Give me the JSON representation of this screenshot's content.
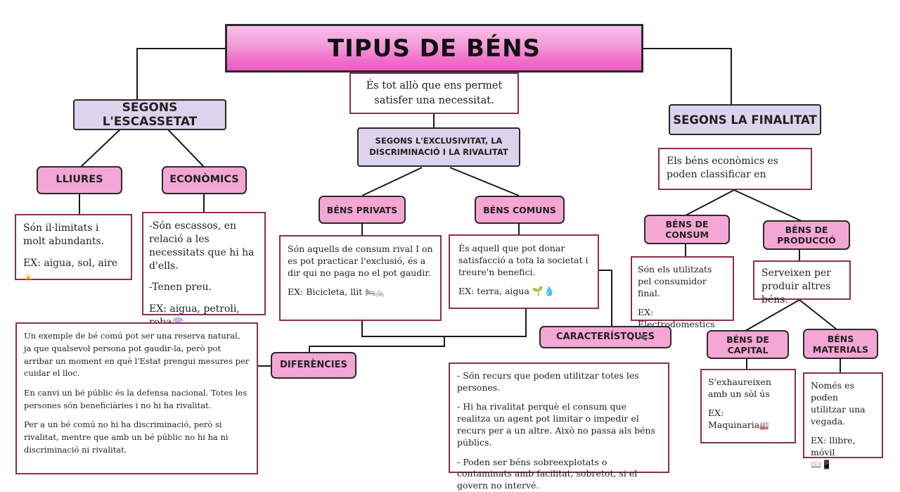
{
  "title": "TIPUS DE BÉNS",
  "definition": "És tot allò que ens permet satisfer una necessitat.",
  "escassetat": {
    "label": "SEGONS L'ESCASSETAT",
    "lliures": {
      "label": "LLIURES",
      "text": "Són il·limitats i molt abundants.",
      "example": "EX: aigua, sol, aire",
      "example_icon": "☀"
    },
    "economics": {
      "label": "ECONÒMICS",
      "line1": "-Són escassos, en relació a les necessitats que hi ha d'ells.",
      "line2": "-Tenen preu.",
      "example": "EX: aigua, petroli, roba",
      "example_icon": "👚"
    }
  },
  "exclusivitat": {
    "label": "SEGONS L'EXCLUSIVITAT, LA DISCRIMINACIÓ I LA RIVALITAT",
    "privats": {
      "label": "BÉNS PRIVATS",
      "text": "Són aquells de consum rival I on es pot practicar l'exclusió, és a dir qui no paga no el pot gaudir.",
      "example": "EX: Bicicleta, llit",
      "example_icon": "🛏🚲"
    },
    "comuns": {
      "label": "BÉNS COMUNS",
      "text": "És aquell que pot donar satisfacció a tota la societat i treure'n benefici.",
      "example": "EX: terra, aigua",
      "example_icon": "🌱💧"
    },
    "diferencies": {
      "label": "DIFERÈNCIES",
      "p1": "Un exemple de bé comú pot ser una reserva natural, ja que qualsevol persona pot gaudir-la, però pot arribar un moment en què l'Estat prengui mesures per cuidar el lloc.",
      "p2": "En canvi un bé públic és la defensa nacional. Totes les persones són beneficiàries i no hi ha rivalitat.",
      "p3": "Per a un bé comú no hi ha discriminació, però si rivalitat, mentre que amb un bé públic no hi ha ni discriminació ni rivalitat."
    },
    "caracteristiques": {
      "label": "CARACTERÍSTQUES",
      "p1": "- Són recurs que poden utilitzar totes les persones.",
      "p2": "- Hi  ha rivalitat perquè el consum que realitza un agent pot limitar o impedir el recurs per a un altre. Això no passa als béns públics.",
      "p3": "- Poden ser béns sobreexplotats o contaminats amb facilitat, sobretot, si el govern no intervé."
    }
  },
  "finalitat": {
    "label": "SEGONS LA FINALITAT",
    "intro": "Els béns econòmics es poden classificar en",
    "consum": {
      "label": "BÉNS DE CONSUM",
      "text": "Són els utilitzats pel consumidor final.",
      "example": "EX: Electrodomestics",
      "example_icon": "🔌"
    },
    "produccio": {
      "label": "BÉNS DE PRODUCCIÓ",
      "text": "Serveixen per produir altres béns."
    },
    "capital": {
      "label": "BÉNS DE CAPITAL",
      "text": "S'exhaureixen amb un sòl ús",
      "example_label": "EX:",
      "example": "Maquinaria",
      "example_icon": "🏭"
    },
    "materials": {
      "label": "BÉNS MATERIALS",
      "text": "Només es poden utilitzar una vegada.",
      "example": "EX: llibre, móvil",
      "example_icon": "📖📱"
    }
  },
  "colors": {
    "title_pink": "#ec5cc4",
    "node_pink": "#f4a6d4",
    "lavender": "#dcd3ec",
    "box_border": "#8a2f4e"
  }
}
